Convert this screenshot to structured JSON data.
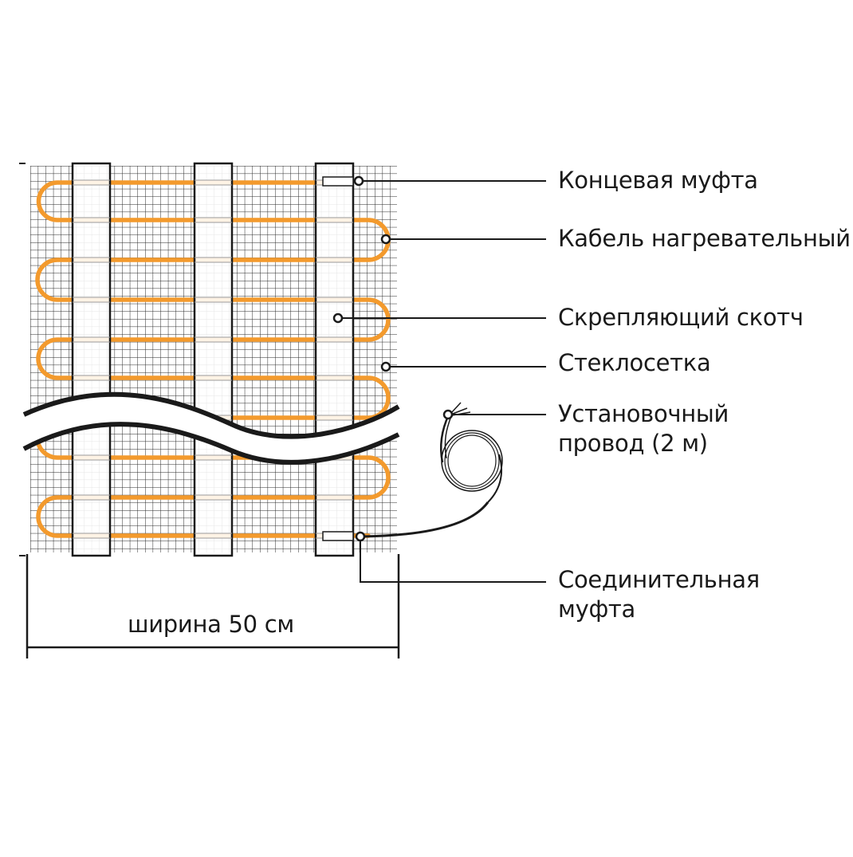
{
  "labels": {
    "end_coupling": "Концевая муфта",
    "heating_cable": "Кабель нагревательный",
    "fixing_tape": "Скрепляющий скотч",
    "fiberglass_mesh": "Стеклосетка",
    "install_wire_line1": "Установочный",
    "install_wire_line2": "провод (2 м)",
    "connect_coupling_line1": "Соединительная",
    "connect_coupling_line2": "муфта",
    "width": "ширина 50 см"
  },
  "colors": {
    "cable": "#f39a2d",
    "line": "#1a1a1a",
    "mesh": "#2a2a2a",
    "tape": "#ffffff",
    "background": "#ffffff"
  }
}
